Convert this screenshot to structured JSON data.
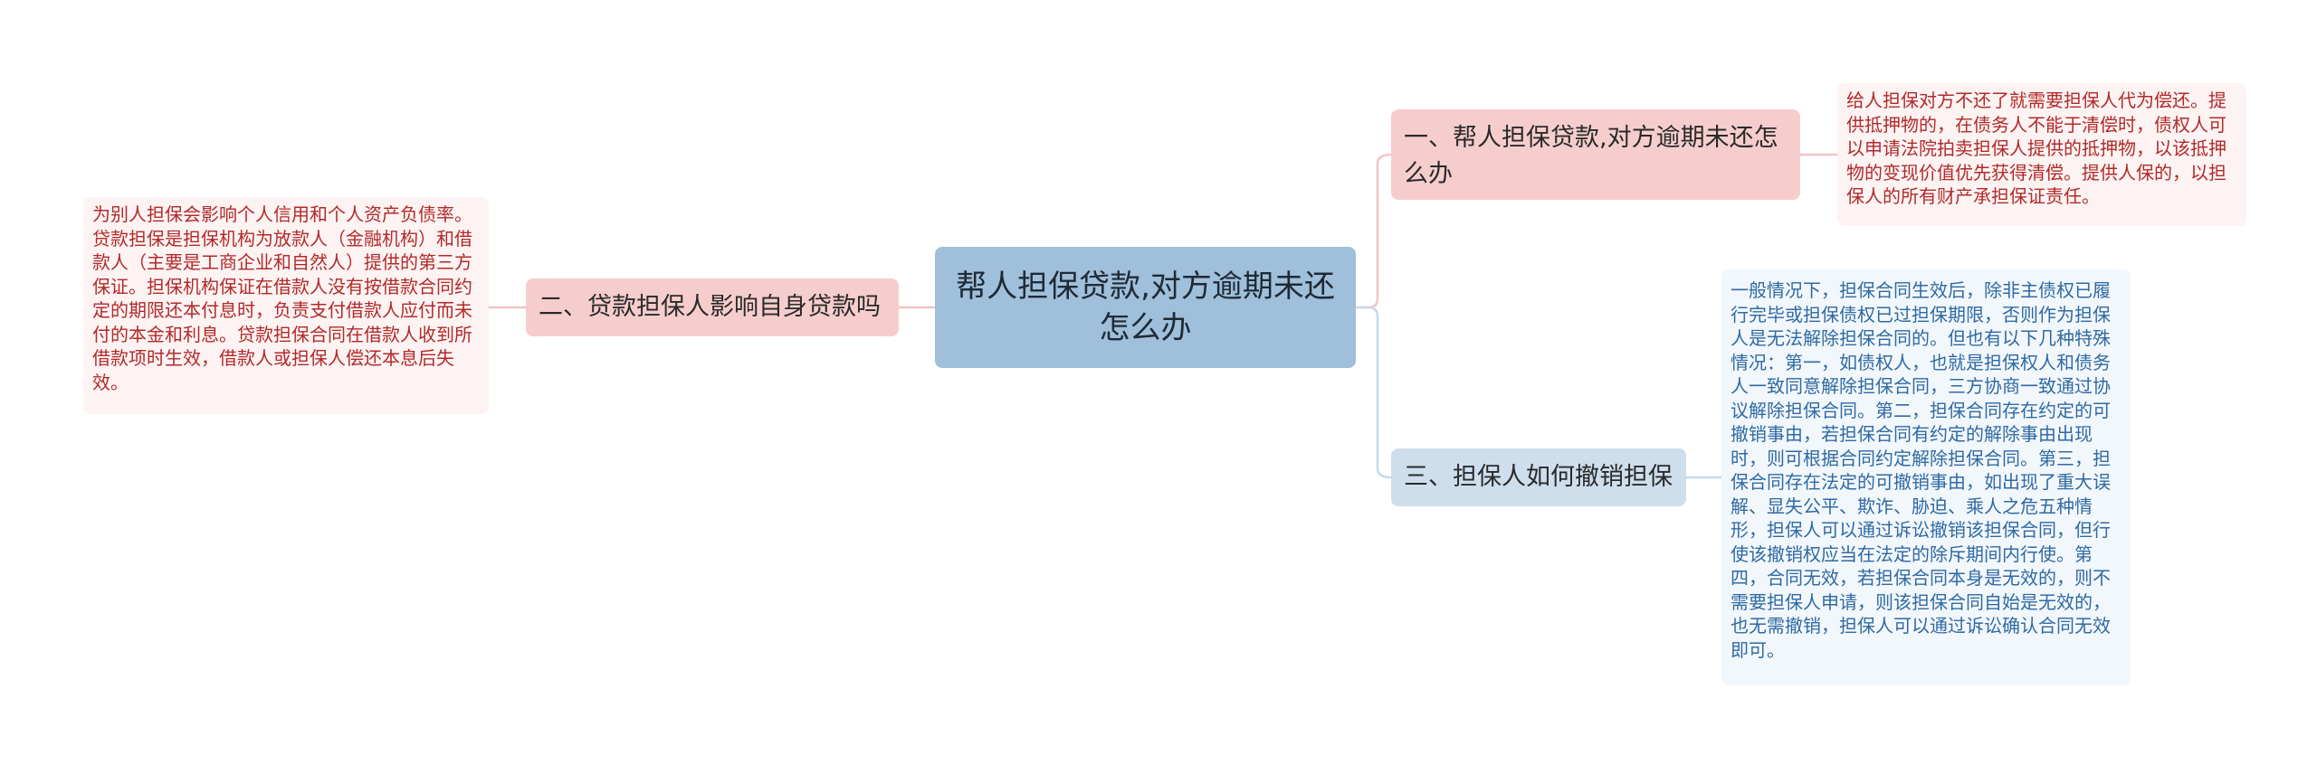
{
  "center": {
    "title": "帮人担保贷款,对方逾期未还怎么办"
  },
  "branches": [
    {
      "label": "一、帮人担保贷款,对方逾期未还怎么办",
      "detail": "给人担保对方不还了就需要担保人代为偿还。提供抵押物的，在债务人不能于清偿时，债权人可以申请法院拍卖担保人提供的抵押物，以该抵押物的变现价值优先获得清偿。提供人保的，以担保人的所有财产承担保证责任。"
    },
    {
      "label": "二、贷款担保人影响自身贷款吗",
      "detail": "为别人担保会影响个人信用和个人资产负债率。贷款担保是担保机构为放款人（金融机构）和借款人（主要是工商企业和自然人）提供的第三方保证。担保机构保证在借款人没有按借款合同约定的期限还本付息时，负责支付借款人应付而未付的本金和利息。贷款担保合同在借款人收到所借款项时生效，借款人或担保人偿还本息后失效。"
    },
    {
      "label": "三、担保人如何撤销担保",
      "detail": "一般情况下，担保合同生效后，除非主债权已履行完毕或担保债权已过担保期限，否则作为担保人是无法解除担保合同的。但也有以下几种特殊情况：第一，如债权人，也就是担保权人和债务人一致同意解除担保合同，三方协商一致通过协议解除担保合同。第二，担保合同存在约定的可撤销事由，若担保合同有约定的解除事由出现时，则可根据合同约定解除担保合同。第三，担保合同存在法定的可撤销事由，如出现了重大误解、显失公平、欺诈、胁迫、乘人之危五种情形，担保人可以通过诉讼撤销该担保合同，但行使该撤销权应当在法定的除斥期间内行使。第四，合同无效，若担保合同本身是无效的，则不需要担保人申请，则该担保合同自始是无效的，也无需撤销，担保人可以通过诉讼确认合同无效即可。"
    }
  ],
  "colors": {
    "center_fill": "#9fbfda",
    "red_branch_fill": "#f6cdcd",
    "blue_branch_fill": "#cfdeed",
    "red_text": "#b22a2a",
    "blue_text": "#2f6aa3",
    "red_link": "#f1c4c4",
    "blue_link": "#c7d9ea"
  }
}
